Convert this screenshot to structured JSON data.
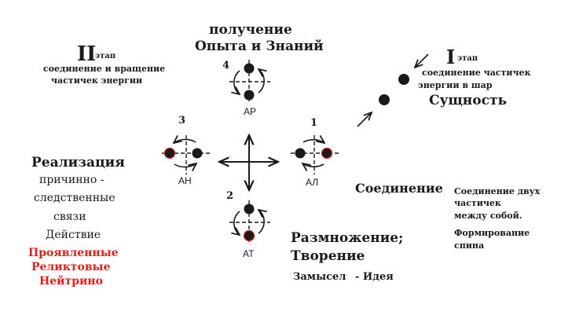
{
  "colors": {
    "ink": "#1a1a1a",
    "accent_red": "#e0201e",
    "background": "#ffffff"
  },
  "top": {
    "line1": "получение",
    "line2": "Опыта и Знаний"
  },
  "stage2": {
    "roman": "II",
    "word": "этап",
    "desc1": "соединение и вращение",
    "desc2": "частичек энергии"
  },
  "stage1": {
    "roman": "I",
    "word": "этап",
    "desc1": "соединение частичек",
    "desc2": "энергии в шар",
    "essence": "Сущность"
  },
  "nodes": {
    "n1": {
      "number": "1",
      "label": "АЛ"
    },
    "n2": {
      "number": "2",
      "label": "АТ"
    },
    "n3": {
      "number": "3",
      "label": "АН"
    },
    "n4": {
      "number": "4",
      "label": "АР"
    }
  },
  "left": {
    "title": "Реализация",
    "line1": "причинно -",
    "line2": "следственные",
    "line3": "связи",
    "line4": "Действие",
    "red1": "Проявленные",
    "red2": "Реликтовые",
    "red3": "Нейтрино"
  },
  "right": {
    "title": "Соединение",
    "line1": "Соединение двух",
    "line2": "частичек",
    "line3": "между собой.",
    "line4": "Формирование",
    "line5": "спина"
  },
  "bottom": {
    "line1": "Размножение;",
    "line2": "Творение",
    "line3a": "Замысел",
    "line3b": "- Идея"
  }
}
